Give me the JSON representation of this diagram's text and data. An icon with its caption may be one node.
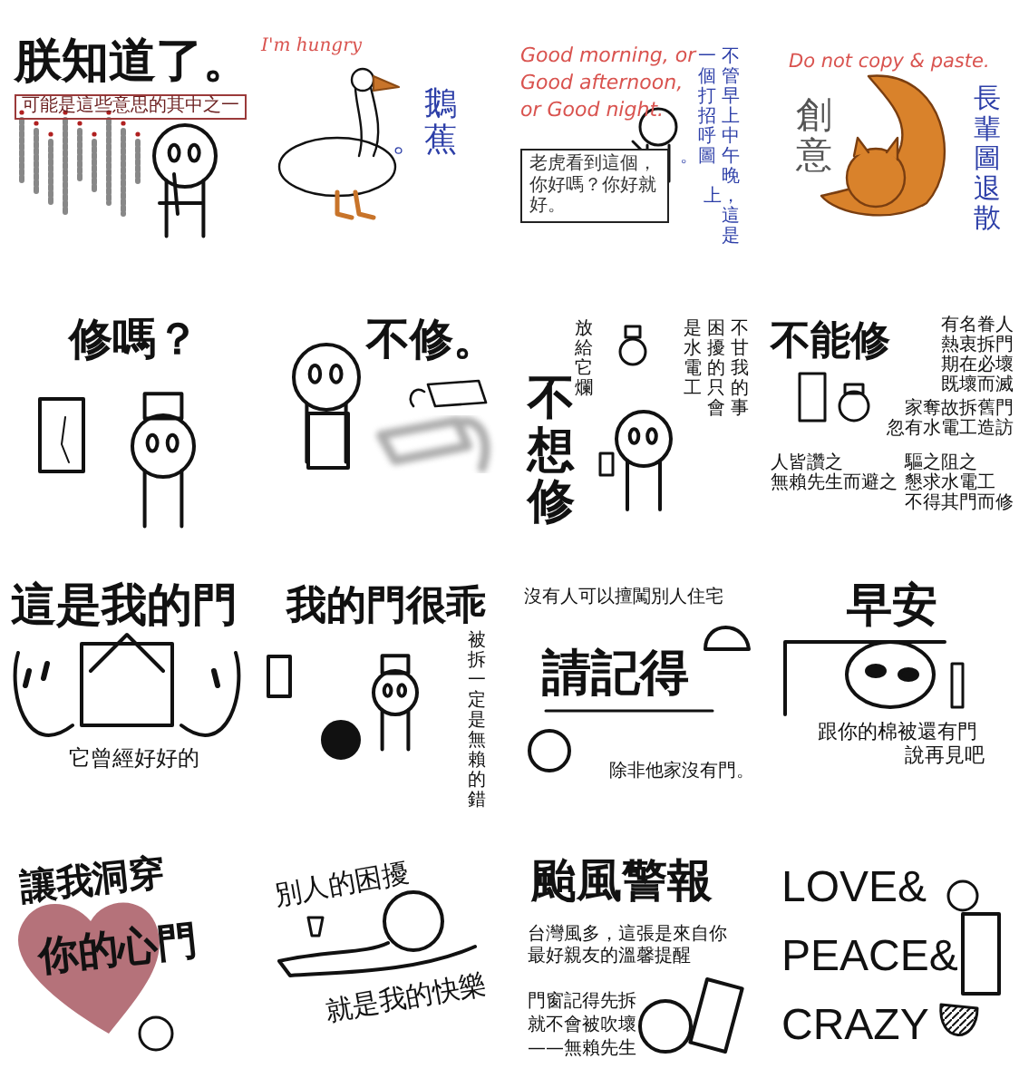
{
  "diagram": {
    "nodes": [
      {
        "text": [
          "朕知道了。",
          "可能是這些意思的其中之一"
        ]
      },
      {
        "text": [
          "I'm hungry",
          "鵝蕉。"
        ]
      },
      {
        "text": [
          "Good morning, or Good afternoon, or Good night.",
          "老虎看到這個，你好嗎？你好就好。",
          "不管早上中午晚上，這是一個打招呼圖。"
        ]
      },
      {
        "text": [
          "Do not copy & paste.",
          "創意",
          "長輩圖退散"
        ]
      },
      {
        "text": [
          "修嗎？"
        ]
      },
      {
        "text": [
          "不修。"
        ]
      },
      {
        "text": [
          "不想修",
          "放給它爛",
          "困擾的只會是水電工",
          "不甘我的事"
        ]
      },
      {
        "text": [
          "不能修",
          "有名眷人",
          "熱衷拆門",
          "期在必壞",
          "既壞而滅",
          "家奪故拆舊門",
          "忽有水電工造訪",
          "驅之阻之",
          "懇求水電工",
          "不得其門而修",
          "人皆讚之",
          "無賴先生而避之"
        ]
      },
      {
        "text": [
          "這是我的門",
          "它曾經好好的"
        ]
      },
      {
        "text": [
          "我的門很乖",
          "被拆一定是無賴的錯"
        ]
      },
      {
        "text": [
          "沒有人可以擅闖別人住宅",
          "請記得",
          "除非他家沒有門。"
        ]
      },
      {
        "text": [
          "早安",
          "跟你的棉被還有門說再見吧"
        ]
      },
      {
        "text": [
          "讓我洞穿",
          "你的心門"
        ]
      },
      {
        "text": [
          "別人的困擾",
          "就是我的快樂"
        ]
      },
      {
        "text": [
          "颱風警報",
          "台灣風多，這張是來自你最好親友的溫馨提醒",
          "門窗記得先拆就不會被吹壞——無賴先生"
        ]
      },
      {
        "text": [
          "LOVE&",
          "PEACE&",
          "CRAZY"
        ]
      }
    ]
  }
}
